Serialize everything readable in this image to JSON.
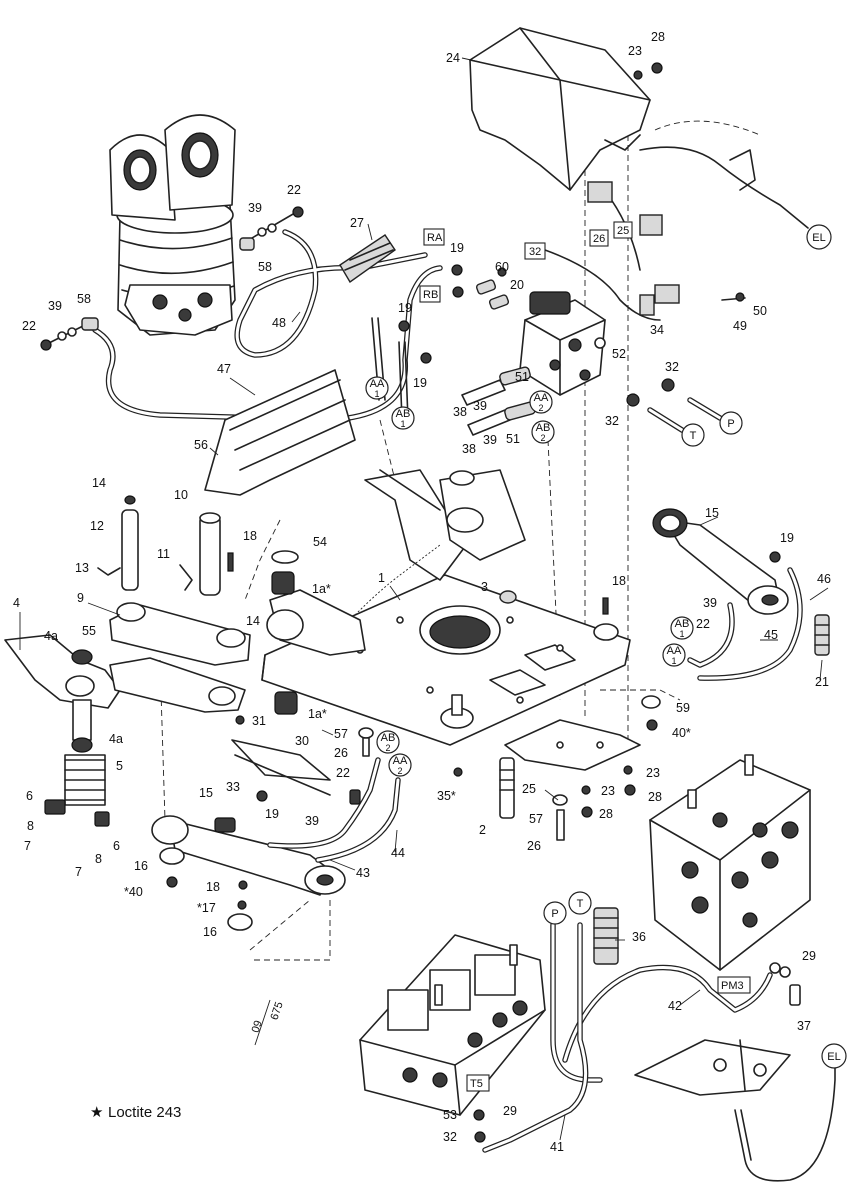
{
  "callouts": {
    "c1": "1",
    "c1a_top": "1a*",
    "c1a_bot": "1a*",
    "c2": "2",
    "c3": "3",
    "c4": "4",
    "c4a_top": "4a",
    "c4a_mid": "4a",
    "c5": "5",
    "c6_left": "6",
    "c6_right": "6",
    "c7_left": "7",
    "c7_right": "7",
    "c8_left": "8",
    "c8_right": "8",
    "c9": "9",
    "c10": "10",
    "c11": "11",
    "c12": "12",
    "c13": "13",
    "c14_top": "14",
    "c14_mid": "14",
    "c15_right": "15",
    "c15_left": "15",
    "c16_a": "16",
    "c16_b": "16",
    "c17": "*17",
    "c18_a": "18",
    "c18_b": "18",
    "c18_c": "18",
    "c19_a": "19",
    "c19_b": "19",
    "c19_c": "19",
    "c19_d": "19",
    "c19_e": "19",
    "c20": "20",
    "c21": "21",
    "c22_a": "22",
    "c22_b": "22",
    "c22_c": "22",
    "c22_d": "22",
    "c23_a": "23",
    "c23_b": "23",
    "c23_c": "23",
    "c24": "24",
    "c25": "25",
    "c26_a": "26",
    "c26_b": "26",
    "c27": "27",
    "c28_a": "28",
    "c28_b": "28",
    "c28_c": "28",
    "c29_a": "29",
    "c29_b": "29",
    "c30": "30",
    "c31": "31",
    "c32_a": "32",
    "c32_b": "32",
    "c32_c": "32",
    "c33": "33",
    "c34": "34",
    "c35": "35*",
    "c36": "36",
    "c37": "37",
    "c38_a": "38",
    "c38_b": "38",
    "c39_a": "39",
    "c39_b": "39",
    "c39_c": "39",
    "c39_d": "39",
    "c39_e": "39",
    "c39_f": "39",
    "c40_a": "40*",
    "c40_b": "*40",
    "c41": "41",
    "c42": "42",
    "c43": "43",
    "c44": "44",
    "c45": "45",
    "c46": "46",
    "c47": "47",
    "c48": "48",
    "c49": "49",
    "c50": "50",
    "c51_a": "51",
    "c51_b": "51",
    "c52": "52",
    "c53": "53",
    "c54": "54",
    "c55": "55",
    "c56": "56",
    "c57_a": "57",
    "c57_b": "57",
    "c58_a": "58",
    "c58_b": "58",
    "c59": "59",
    "c60": "60"
  },
  "port_tags": {
    "ra": "RA",
    "rb": "RB",
    "t32": "32",
    "t26": "26",
    "t25": "25",
    "pm3": "PM3",
    "t5": "T5"
  },
  "bubbles": {
    "el_top": "EL",
    "el_bot": "EL",
    "p_top": "P",
    "t_top": "T",
    "p_bot": "P",
    "t_bot": "T",
    "aa1": "AA",
    "ab1": "AB",
    "aa2": "AA",
    "ab2": "AB",
    "ab_r": "AB",
    "aa_r": "AA",
    "ab_l": "AB",
    "aa_l": "AA",
    "sub1": "1",
    "sub2": "2"
  },
  "notes": {
    "loctite": "Loctite 243",
    "star": "★",
    "doc_left": "09",
    "doc_right": "675"
  },
  "colors": {
    "ink": "#222222",
    "paper": "#ffffff"
  }
}
